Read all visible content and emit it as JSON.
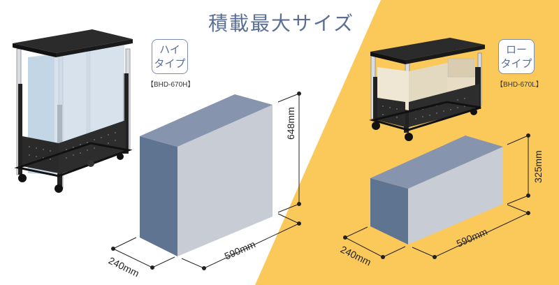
{
  "title": "積載最大サイズ",
  "high": {
    "type_line1": "ハイ",
    "type_line2": "タイプ",
    "model": "【BHD-670H】",
    "height": "648mm",
    "width": "590mm",
    "depth": "240mm"
  },
  "low": {
    "type_line1": "ロー",
    "type_line2": "タイプ",
    "model": "【BHD-670L】",
    "height": "325mm",
    "width": "590mm",
    "depth": "240mm"
  },
  "colors": {
    "accent_yellow": "#fbc85a",
    "box_front": "#5e7490",
    "box_side": "#c7ccd5",
    "box_top": "#8794ad",
    "title": "#5b6e93"
  }
}
